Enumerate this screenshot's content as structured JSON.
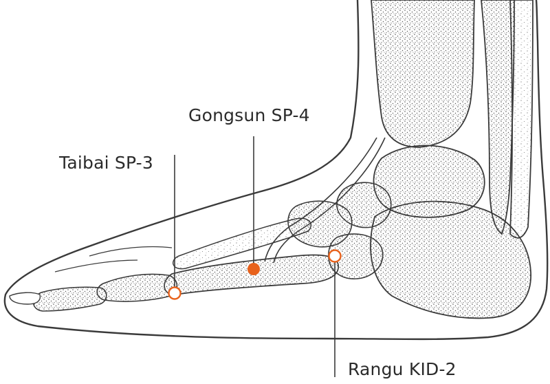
{
  "points": [
    {
      "key": "gongsun",
      "label": "Gongsun SP-4",
      "style": "filled"
    },
    {
      "key": "taibai",
      "label": "Taibai SP-3",
      "style": "open"
    },
    {
      "key": "rangu",
      "label": "Rangu KID-2",
      "style": "open"
    }
  ],
  "colors": {
    "point_accent": "#e8621c",
    "outline": "#3a3a3a",
    "stipple": "#555555",
    "background": "#ffffff",
    "label_text": "#2b2b2b"
  }
}
